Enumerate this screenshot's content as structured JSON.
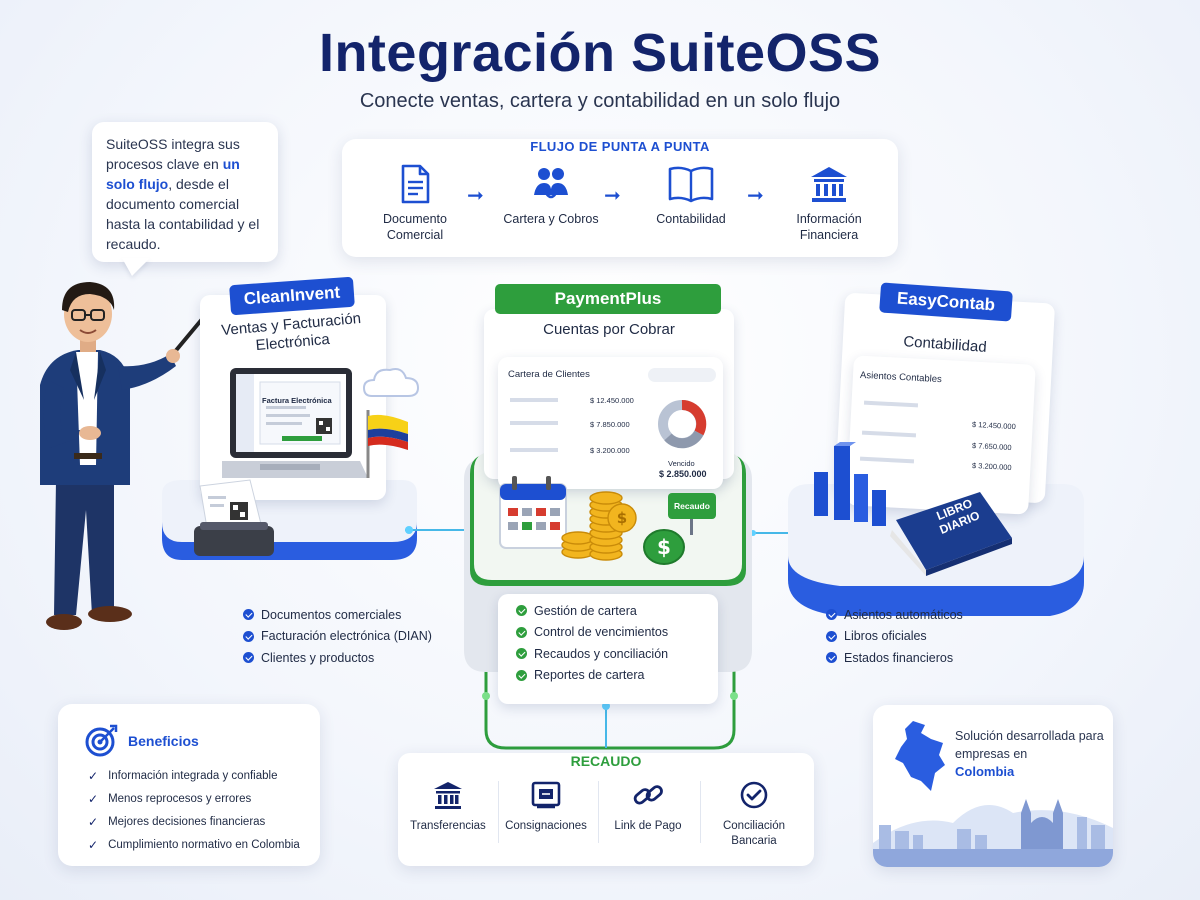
{
  "header": {
    "title": "Integración SuiteOSS",
    "subtitle": "Conecte ventas, cartera y contabilidad en un solo flujo"
  },
  "bubble": {
    "text_before": "SuiteOSS integra sus procesos clave en ",
    "highlight": "un solo flujo",
    "text_after": ", desde el documento comercial hasta la contabilidad y el recaudo."
  },
  "flow": {
    "title": "FLUJO DE PUNTA A PUNTA",
    "steps": [
      {
        "label": "Documento Comercial",
        "icon": "document-icon"
      },
      {
        "label": "Cartera y Cobros",
        "icon": "people-icon"
      },
      {
        "label": "Contabilidad",
        "icon": "book-icon"
      },
      {
        "label": "Información Financiera",
        "icon": "bank-icon"
      }
    ]
  },
  "modules": {
    "cleaninvent": {
      "name": "CleanInvent",
      "subtitle": "Ventas y Facturación Electrónica",
      "screen_label": "Factura Electrónica",
      "features": [
        "Documentos comerciales",
        "Facturación electrónica (DIAN)",
        "Clientes y productos"
      ]
    },
    "paymentplus": {
      "name": "PaymentPlus",
      "subtitle": "Cuentas por Cobrar",
      "panel_title": "Cartera de Clientes",
      "amounts": [
        "$ 12.450.000",
        "$ 7.850.000",
        "$ 3.200.000"
      ],
      "due_label": "Vencido",
      "due_value": "$ 2.850.000",
      "sign_label": "Recaudo",
      "features": [
        "Gestión de cartera",
        "Control de vencimientos",
        "Recaudos y conciliación",
        "Reportes de cartera"
      ]
    },
    "easycontab": {
      "name": "EasyContab",
      "subtitle": "Contabilidad",
      "panel_title": "Asientos Contables",
      "amounts": [
        "$ 12.450.000",
        "$ 7.650.000",
        "$ 3.200.000"
      ],
      "book_label": "LIBRO DIARIO",
      "features": [
        "Asientos automáticos",
        "Libros oficiales",
        "Estados financieros"
      ]
    }
  },
  "benefits": {
    "title": "Beneficios",
    "items": [
      "Información integrada y confiable",
      "Menos reprocesos y errores",
      "Mejores decisiones financieras",
      "Cumplimiento normativo en Colombia"
    ]
  },
  "recaudo": {
    "title": "RECAUDO",
    "items": [
      {
        "label": "Transferencias",
        "icon": "bank-icon"
      },
      {
        "label": "Consignaciones",
        "icon": "deposit-icon"
      },
      {
        "label": "Link de Pago",
        "icon": "link-icon"
      },
      {
        "label": "Conciliación Bancaria",
        "icon": "check-circle-icon"
      }
    ]
  },
  "colombia": {
    "text": "Solución desarrollada para empresas en",
    "country": "Colombia"
  },
  "colors": {
    "navy": "#13246b",
    "blue": "#1d4fd1",
    "green": "#2e9e3d"
  }
}
